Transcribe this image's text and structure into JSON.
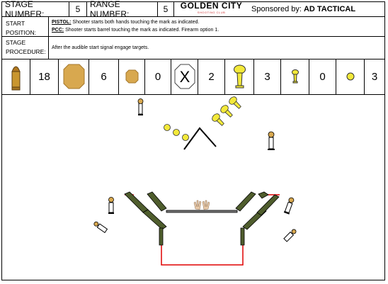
{
  "header": {
    "stage_label": "STAGE NUMBER:",
    "stage_value": "5",
    "range_label": "RANGE NUMBER:",
    "range_value": "5",
    "logo_text": "GOLDEN CITY",
    "logo_sub": "SHOOTING CLUB",
    "sponsor_label": "Sponsored by: ",
    "sponsor_name": "AD TACTICAL"
  },
  "start_position": {
    "label_line1": "START",
    "label_line2": "POSITION:",
    "pistol_label": "PISTOL:",
    "pistol_text": " Shooter starts both hands touching the mark as indicated.",
    "pcc_label": "PCC:",
    "pcc_text": " Shooter starts barrel touching the mark as indicated. Firearm option 1."
  },
  "stage_procedure": {
    "label_line1": "STAGE",
    "label_line2": "PROCEDURE:",
    "text": "After the audible start signal engage targets."
  },
  "counts": {
    "rounds": "18",
    "paper_targets": "6",
    "mini_targets": "0",
    "no_shoots": "2",
    "poppers": "3",
    "mini_poppers": "0",
    "plates": "3"
  },
  "icons": [
    "bullet-icon",
    "paper-target-icon",
    "mini-target-icon",
    "no-shoot-icon",
    "popper-icon",
    "mini-popper-icon",
    "plate-icon"
  ],
  "colors": {
    "steel_yellow": "#f3e93a",
    "target_tan": "#d8a84f",
    "wall_green": "#4f5d2d",
    "fault_line_red": "#e00000"
  }
}
